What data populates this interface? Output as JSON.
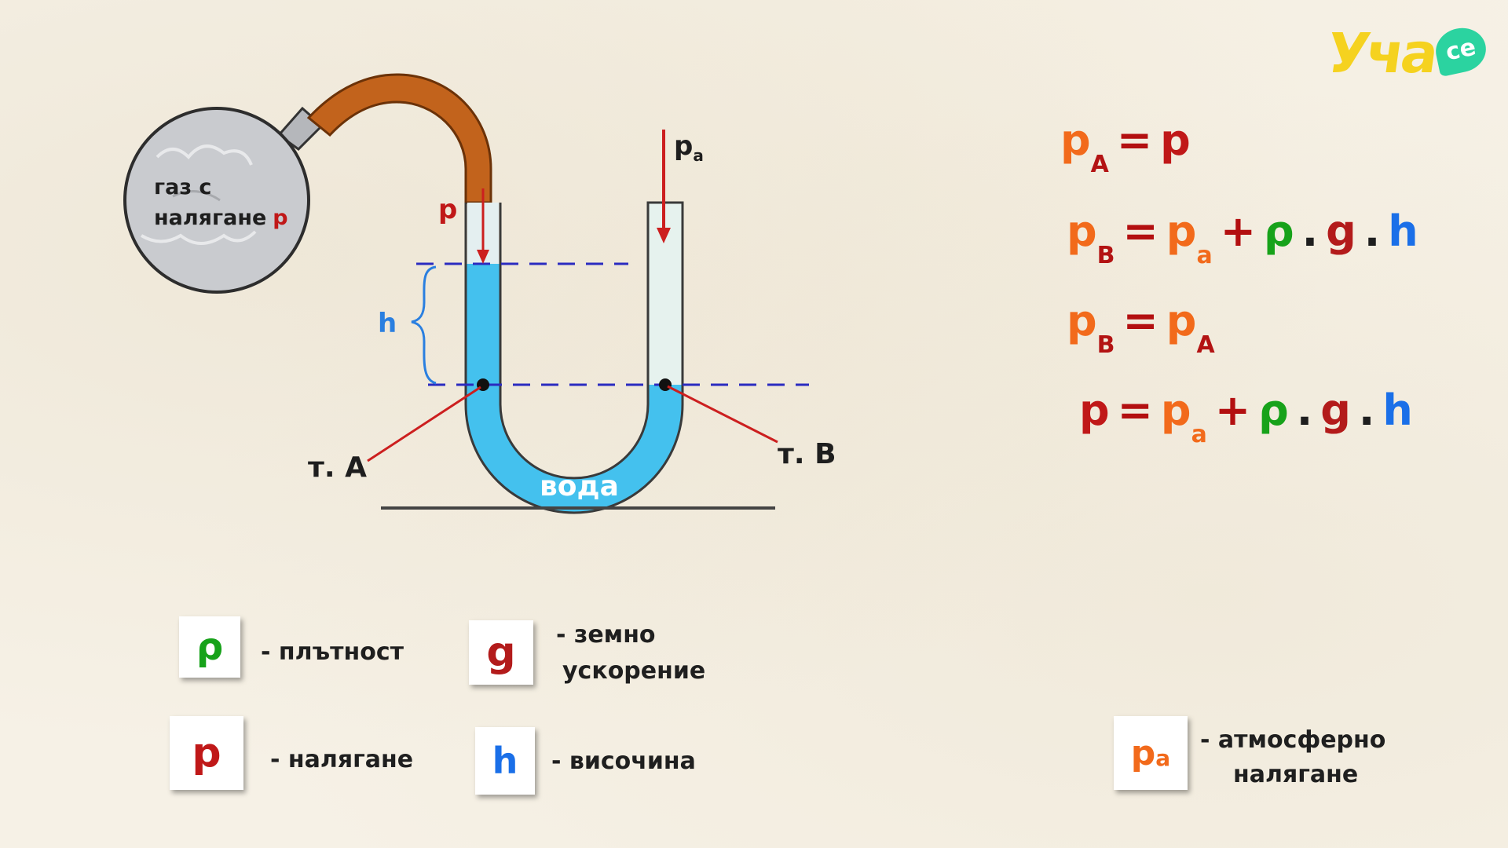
{
  "logo": {
    "text": "Уча",
    "badge": "се"
  },
  "diagram": {
    "gas_label_line1": "газ с",
    "gas_label_line2": "налягане",
    "gas_label_symbol": "p",
    "pressure_label": "p",
    "atm_label": "p",
    "atm_label_sub": "a",
    "height_label": "h",
    "point_a_label": "т. A",
    "point_b_label": "т. B",
    "water_label": "вода"
  },
  "formulas": [
    {
      "parts": [
        "p",
        "A",
        "=",
        "p"
      ]
    },
    {
      "parts": [
        "p",
        "B",
        "=",
        "p",
        "a",
        "+",
        "ρ",
        ".",
        "g",
        ".",
        "h"
      ]
    },
    {
      "parts": [
        "p",
        "B",
        "=",
        "p",
        "A"
      ]
    },
    {
      "parts": [
        "p",
        "=",
        "p",
        "a",
        "+",
        "ρ",
        ".",
        "g",
        ".",
        "h"
      ]
    }
  ],
  "legend": [
    {
      "symbol": "ρ",
      "text": "- плътност"
    },
    {
      "symbol": "g",
      "text_line1": "- земно",
      "text_line2": "ускорение"
    },
    {
      "symbol": "p",
      "text": "- налягане"
    },
    {
      "symbol": "h",
      "text": "- височина"
    },
    {
      "symbol": "p",
      "symbol_sub": "a",
      "text_line1": "- атмосферно",
      "text_line2": "налягане"
    }
  ],
  "colors": {
    "water": "#44c1ee",
    "hose": "#c2631c",
    "gas": "#c9cbcf",
    "arrow": "#cc1f1f",
    "dashed": "#2b2bc0"
  }
}
